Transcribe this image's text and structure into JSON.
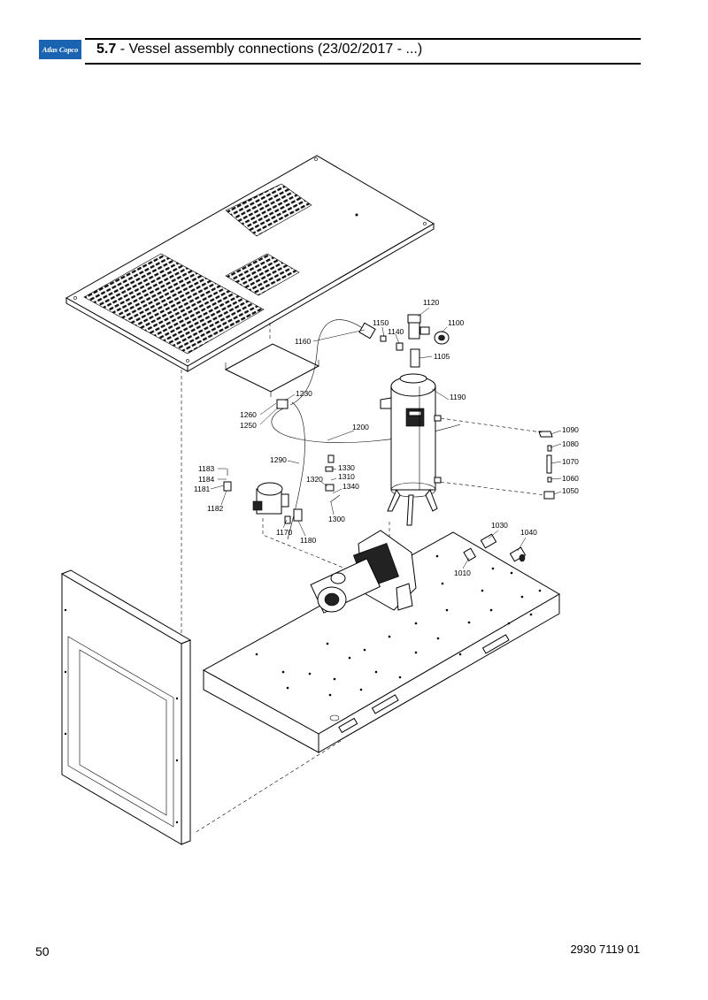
{
  "header": {
    "logo_text": "Atlas Copco",
    "section_number": "5.7",
    "section_title": " - Vessel assembly connections (23/02/2017 - ...)"
  },
  "footer": {
    "page_number": "50",
    "document_number": "2930 7119 01"
  },
  "part_labels": [
    {
      "id": "p1120",
      "text": "1120"
    },
    {
      "id": "p1150",
      "text": "1150"
    },
    {
      "id": "p1100",
      "text": "1100"
    },
    {
      "id": "p1140",
      "text": "1140"
    },
    {
      "id": "p1160",
      "text": "1160"
    },
    {
      "id": "p1105",
      "text": "1105"
    },
    {
      "id": "p1230",
      "text": "1230"
    },
    {
      "id": "p1190",
      "text": "1190"
    },
    {
      "id": "p1260",
      "text": "1260"
    },
    {
      "id": "p1250",
      "text": "1250"
    },
    {
      "id": "p1200",
      "text": "1200"
    },
    {
      "id": "p1090",
      "text": "1090"
    },
    {
      "id": "p1080",
      "text": "1080"
    },
    {
      "id": "p1290",
      "text": "1290"
    },
    {
      "id": "p1070",
      "text": "1070"
    },
    {
      "id": "p1183",
      "text": "1183"
    },
    {
      "id": "p1330",
      "text": "1330"
    },
    {
      "id": "p1310",
      "text": "1310"
    },
    {
      "id": "p1184",
      "text": "1184"
    },
    {
      "id": "p1320",
      "text": "1320"
    },
    {
      "id": "p1340",
      "text": "1340"
    },
    {
      "id": "p1060",
      "text": "1060"
    },
    {
      "id": "p1181",
      "text": "1181"
    },
    {
      "id": "p1050",
      "text": "1050"
    },
    {
      "id": "p1182",
      "text": "1182"
    },
    {
      "id": "p1300",
      "text": "1300"
    },
    {
      "id": "p1030",
      "text": "1030"
    },
    {
      "id": "p1170",
      "text": "1170"
    },
    {
      "id": "p1040",
      "text": "1040"
    },
    {
      "id": "p1180",
      "text": "1180"
    },
    {
      "id": "p1010",
      "text": "1010"
    }
  ]
}
